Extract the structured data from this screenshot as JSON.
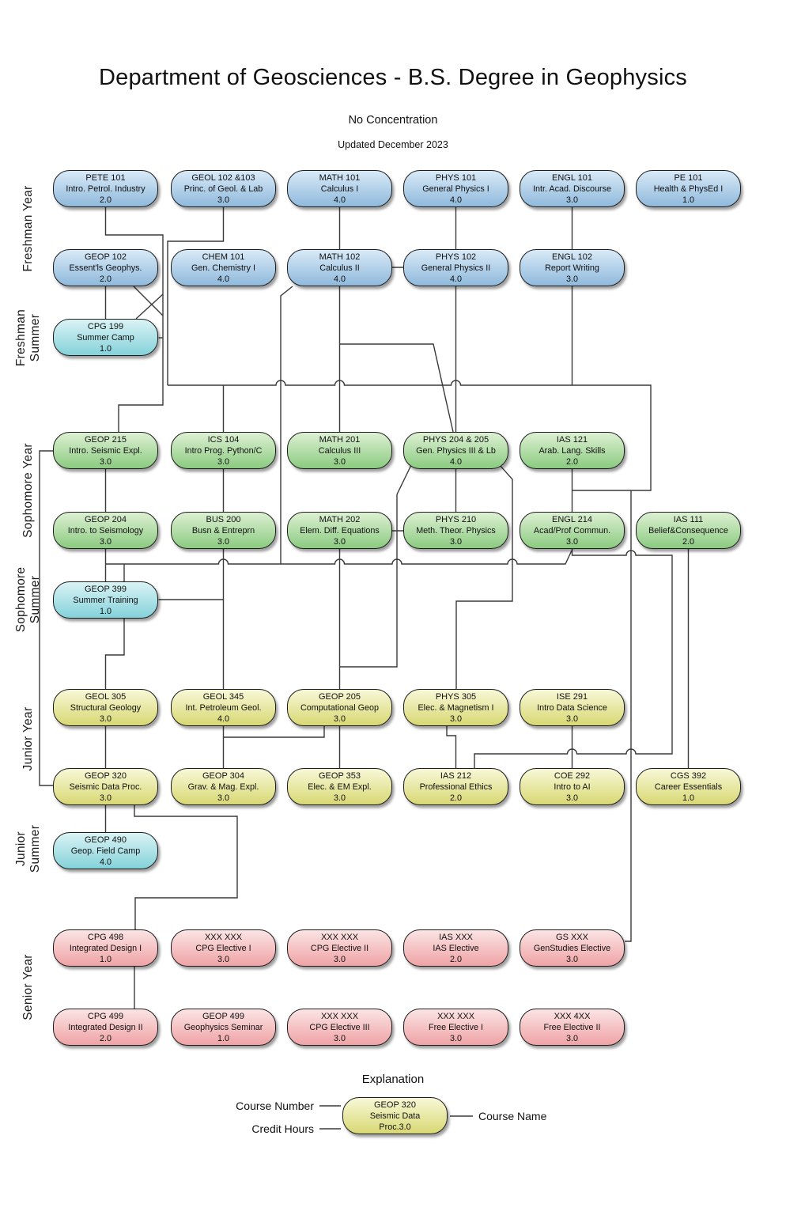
{
  "header": {
    "title": "Department of Geosciences - B.S. Degree in Geophysics",
    "subtitle": "No Concentration",
    "updated": "Updated December 2023"
  },
  "colors": {
    "blue": {
      "top": "#d9eaf7",
      "bottom": "#8fb9dc"
    },
    "cyan": {
      "top": "#daf3f5",
      "bottom": "#84d2da"
    },
    "green": {
      "top": "#ddf0d3",
      "bottom": "#8bcb80"
    },
    "yellow": {
      "top": "#f8f8d8",
      "bottom": "#d8d873"
    },
    "pink": {
      "top": "#fbe4e4",
      "bottom": "#efa3a6"
    },
    "line": "#3a3a3a",
    "border": "#1d1d1d"
  },
  "year_labels": [
    {
      "id": "freshman-year",
      "label": "Freshman Year"
    },
    {
      "id": "freshman-summer",
      "label": "Freshman\nSummer"
    },
    {
      "id": "sophomore-year",
      "label": "Sophomore Year"
    },
    {
      "id": "sophomore-summer",
      "label": "Sophomore\nSummer"
    },
    {
      "id": "junior-year",
      "label": "Junior Year"
    },
    {
      "id": "junior-summer",
      "label": "Junior\nSummer"
    },
    {
      "id": "senior-year",
      "label": "Senior Year"
    }
  ],
  "courses": [
    {
      "code": "PETE 101",
      "name": "Intro. Petrol. Industry",
      "credits": "2.0",
      "color": "blue",
      "row": "r1",
      "col": 1
    },
    {
      "code": "GEOL 102 &103",
      "name": "Princ. of Geol. & Lab",
      "credits": "3.0",
      "color": "blue",
      "row": "r1",
      "col": 2
    },
    {
      "code": "MATH 101",
      "name": "Calculus I",
      "credits": "4.0",
      "color": "blue",
      "row": "r1",
      "col": 3
    },
    {
      "code": "PHYS 101",
      "name": "General Physics I",
      "credits": "4.0",
      "color": "blue",
      "row": "r1",
      "col": 4
    },
    {
      "code": "ENGL 101",
      "name": "Intr. Acad. Discourse",
      "credits": "3.0",
      "color": "blue",
      "row": "r1",
      "col": 5
    },
    {
      "code": "PE 101",
      "name": "Health & PhysEd I",
      "credits": "1.0",
      "color": "blue",
      "row": "r1",
      "col": 6
    },
    {
      "code": "GEOP 102",
      "name": "Essent'ls  Geophys.",
      "credits": "2.0",
      "color": "blue",
      "row": "r2",
      "col": 1
    },
    {
      "code": "CHEM 101",
      "name": "Gen. Chemistry I",
      "credits": "4.0",
      "color": "blue",
      "row": "r2",
      "col": 2
    },
    {
      "code": "MATH 102",
      "name": "Calculus II",
      "credits": "4.0",
      "color": "blue",
      "row": "r2",
      "col": 3
    },
    {
      "code": "PHYS 102",
      "name": "General Physics II",
      "credits": "4.0",
      "color": "blue",
      "row": "r2",
      "col": 4
    },
    {
      "code": "ENGL 102",
      "name": "Report Writing",
      "credits": "3.0",
      "color": "blue",
      "row": "r2",
      "col": 5
    },
    {
      "code": "CPG 199",
      "name": "Summer Camp",
      "credits": "1.0",
      "color": "cyan",
      "row": "s1",
      "col": 1
    },
    {
      "code": "GEOP 215",
      "name": "Intro. Seismic Expl.",
      "credits": "3.0",
      "color": "green",
      "row": "r3",
      "col": 1
    },
    {
      "code": "ICS 104",
      "name": "Intro Prog. Python/C",
      "credits": "3.0",
      "color": "green",
      "row": "r3",
      "col": 2
    },
    {
      "code": "MATH 201",
      "name": "Calculus III",
      "credits": "3.0",
      "color": "green",
      "row": "r3",
      "col": 3
    },
    {
      "code": "PHYS 204 & 205",
      "name": "Gen. Physics III & Lb",
      "credits": "4.0",
      "color": "green",
      "row": "r3",
      "col": 4
    },
    {
      "code": "IAS 121",
      "name": "Arab. Lang. Skills",
      "credits": "2.0",
      "color": "green",
      "row": "r3",
      "col": 5
    },
    {
      "code": "GEOP 204",
      "name": "Intro. to Seismology",
      "credits": "3.0",
      "color": "green",
      "row": "r4",
      "col": 1
    },
    {
      "code": "BUS 200",
      "name": "Busn & Entreprn",
      "credits": "3.0",
      "color": "green",
      "row": "r4",
      "col": 2
    },
    {
      "code": "MATH 202",
      "name": "Elem. Diff. Equations",
      "credits": "3.0",
      "color": "green",
      "row": "r4",
      "col": 3
    },
    {
      "code": "PHYS 210",
      "name": "Meth. Theor. Physics",
      "credits": "3.0",
      "color": "green",
      "row": "r4",
      "col": 4
    },
    {
      "code": "ENGL 214",
      "name": "Acad/Prof Commun.",
      "credits": "3.0",
      "color": "green",
      "row": "r4",
      "col": 5
    },
    {
      "code": "IAS 111",
      "name": "Belief&Consequence",
      "credits": "2.0",
      "color": "green",
      "row": "r4",
      "col": 6
    },
    {
      "code": "GEOP 399",
      "name": "Summer Training",
      "credits": "1.0",
      "color": "cyan",
      "row": "s2",
      "col": 1
    },
    {
      "code": "GEOL 305",
      "name": "Structural Geology",
      "credits": "3.0",
      "color": "yellow",
      "row": "r5",
      "col": 1
    },
    {
      "code": "GEOL 345",
      "name": "Int. Petroleum Geol.",
      "credits": "4.0",
      "color": "yellow",
      "row": "r5",
      "col": 2
    },
    {
      "code": "GEOP 205",
      "name": "Computational Geop",
      "credits": "3.0",
      "color": "yellow",
      "row": "r5",
      "col": 3
    },
    {
      "code": "PHYS 305",
      "name": "Elec. & Magnetism I",
      "credits": "3.0",
      "color": "yellow",
      "row": "r5",
      "col": 4
    },
    {
      "code": "ISE 291",
      "name": "Intro Data Science",
      "credits": "3.0",
      "color": "yellow",
      "row": "r5",
      "col": 5
    },
    {
      "code": "GEOP 320",
      "name": "Seismic Data Proc.",
      "credits": "3.0",
      "color": "yellow",
      "row": "r6",
      "col": 1
    },
    {
      "code": "GEOP 304",
      "name": "Grav. & Mag. Expl.",
      "credits": "3.0",
      "color": "yellow",
      "row": "r6",
      "col": 2
    },
    {
      "code": "GEOP 353",
      "name": "Elec. & EM Expl.",
      "credits": "3.0",
      "color": "yellow",
      "row": "r6",
      "col": 3
    },
    {
      "code": "IAS 212",
      "name": "Professional Ethics",
      "credits": "2.0",
      "color": "yellow",
      "row": "r6",
      "col": 4
    },
    {
      "code": "COE 292",
      "name": "Intro to AI",
      "credits": "3.0",
      "color": "yellow",
      "row": "r6",
      "col": 5
    },
    {
      "code": "CGS 392",
      "name": "Career Essentials",
      "credits": "1.0",
      "color": "yellow",
      "row": "r6",
      "col": 6
    },
    {
      "code": "GEOP 490",
      "name": "Geop. Field Camp",
      "credits": "4.0",
      "color": "cyan",
      "row": "s3",
      "col": 1
    },
    {
      "code": "CPG 498",
      "name": "Integrated Design I",
      "credits": "1.0",
      "color": "pink",
      "row": "r7",
      "col": 1
    },
    {
      "code": "XXX XXX",
      "name": "CPG Elective I",
      "credits": "3.0",
      "color": "pink",
      "row": "r7",
      "col": 2
    },
    {
      "code": "XXX XXX",
      "name": "CPG Elective II",
      "credits": "3.0",
      "color": "pink",
      "row": "r7",
      "col": 3
    },
    {
      "code": "IAS XXX",
      "name": "IAS Elective",
      "credits": "2.0",
      "color": "pink",
      "row": "r7",
      "col": 4
    },
    {
      "code": "GS XXX",
      "name": "GenStudies Elective",
      "credits": "3.0",
      "color": "pink",
      "row": "r7",
      "col": 5
    },
    {
      "code": "CPG 499",
      "name": "Integrated Design II",
      "credits": "2.0",
      "color": "pink",
      "row": "r8",
      "col": 1
    },
    {
      "code": "GEOP 499",
      "name": "Geophysics Seminar",
      "credits": "1.0",
      "color": "pink",
      "row": "r8",
      "col": 2
    },
    {
      "code": "XXX XXX",
      "name": "CPG Elective III",
      "credits": "3.0",
      "color": "pink",
      "row": "r8",
      "col": 3
    },
    {
      "code": "XXX XXX",
      "name": "Free Elective I",
      "credits": "3.0",
      "color": "pink",
      "row": "r8",
      "col": 4
    },
    {
      "code": "XXX 4XX",
      "name": "Free Elective II",
      "credits": "3.0",
      "color": "pink",
      "row": "r8",
      "col": 5
    }
  ],
  "explanation": {
    "heading": "Explanation",
    "course_number_label": "Course Number",
    "credit_hours_label": "Credit Hours",
    "course_name_label": "Course Name",
    "example": {
      "code": "GEOP 320",
      "name": "Seismic Data",
      "credits": "Proc.3.0",
      "color": "yellow"
    }
  }
}
